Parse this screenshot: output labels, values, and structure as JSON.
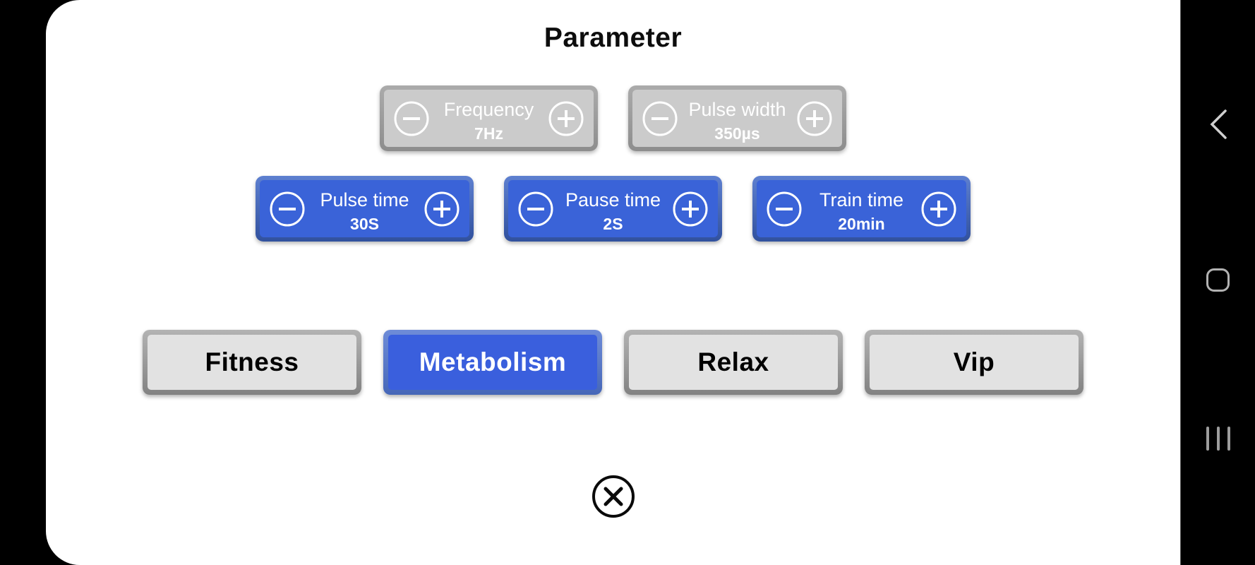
{
  "title": "Parameter",
  "parameters": {
    "disabled": [
      {
        "label": "Frequency",
        "value": "7Hz"
      },
      {
        "label": "Pulse width",
        "value": "350µs"
      }
    ],
    "enabled": [
      {
        "label": "Pulse time",
        "value": "30S"
      },
      {
        "label": "Pause time",
        "value": "2S"
      },
      {
        "label": "Train time",
        "value": "20min"
      }
    ]
  },
  "modes": [
    {
      "label": "Fitness",
      "selected": false
    },
    {
      "label": "Metabolism",
      "selected": true
    },
    {
      "label": "Relax",
      "selected": false
    },
    {
      "label": "Vip",
      "selected": false
    }
  ],
  "icons": {
    "minus": "minus-circle-icon",
    "plus": "plus-circle-icon",
    "close": "close-circle-icon",
    "back": "back-chevron-icon",
    "home": "home-icon",
    "recents": "recents-icon"
  },
  "colors": {
    "accent_blue": "#3a63d8",
    "selected_blue": "#3a5fdd",
    "disabled_gray": "#cbcbcb",
    "mode_gray": "#e2e2e2",
    "navbar_black": "#000000",
    "panel_white": "#ffffff"
  }
}
